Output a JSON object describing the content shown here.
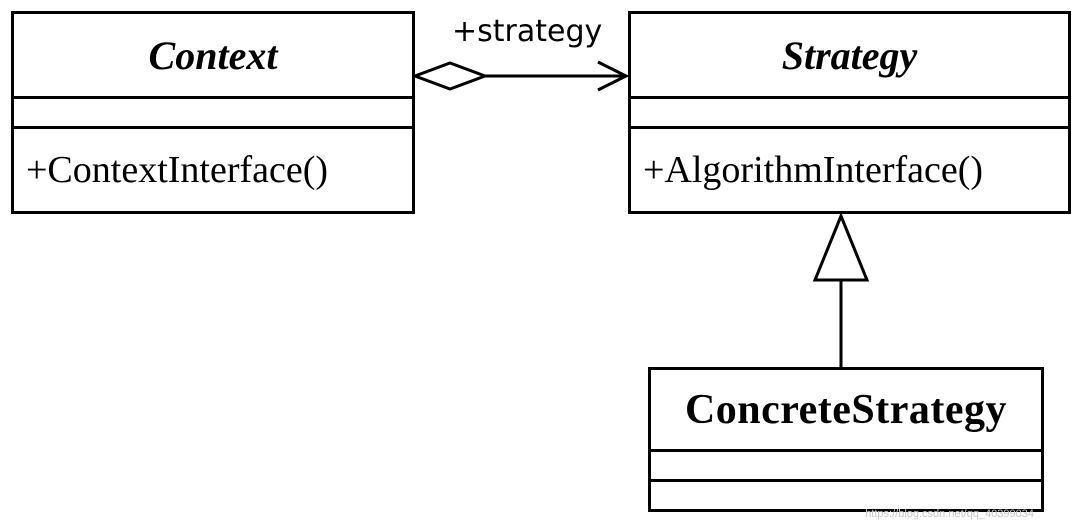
{
  "diagram": {
    "type": "uml-class-diagram",
    "classes": {
      "context": {
        "name": "Context",
        "abstract": true,
        "attributes": [],
        "operations": [
          "+ContextInterface()"
        ]
      },
      "strategy": {
        "name": "Strategy",
        "abstract": true,
        "attributes": [],
        "operations": [
          "+AlgorithmInterface()"
        ]
      },
      "concrete_strategy": {
        "name": "ConcreteStrategy",
        "abstract": false,
        "attributes": [],
        "operations": []
      }
    },
    "relationships": [
      {
        "kind": "aggregation",
        "from": "Context",
        "to": "Strategy",
        "role": "+strategy",
        "navigable_to": "Strategy"
      },
      {
        "kind": "generalization",
        "from": "ConcreteStrategy",
        "to": "Strategy"
      }
    ],
    "colors": {
      "stroke": "#000000",
      "background": "#ffffff"
    }
  },
  "watermark": "https://blog.csdn.net/qq_40399034"
}
